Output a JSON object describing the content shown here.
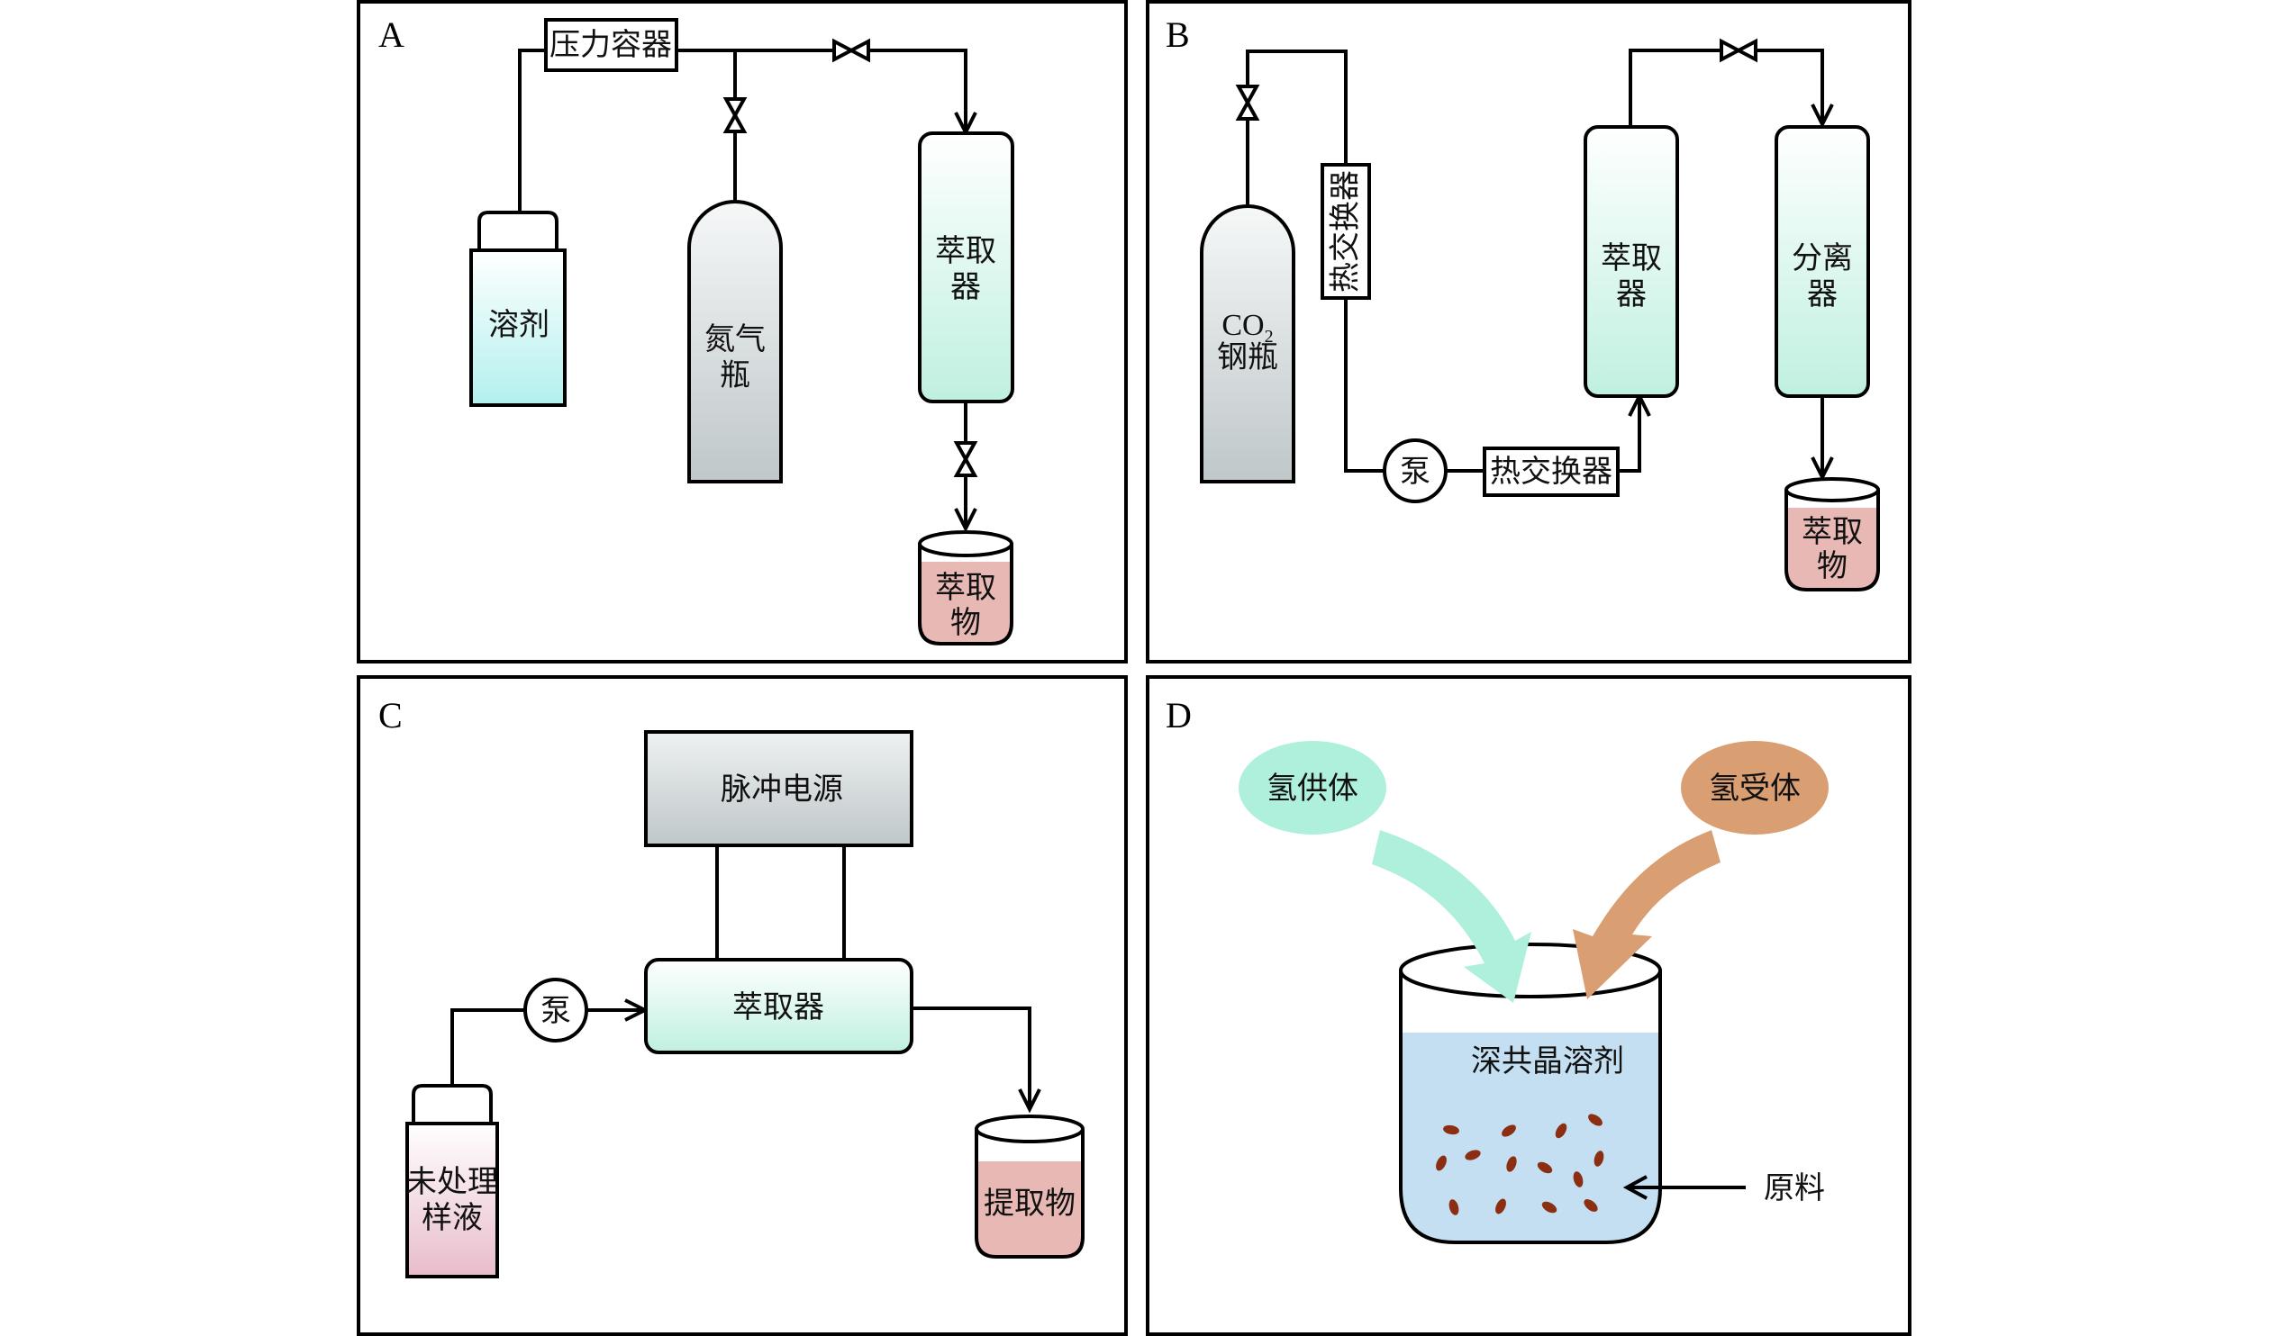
{
  "figure": {
    "panels": [
      {
        "letter": "A",
        "title": "pressurized-solvent-extraction",
        "components": {
          "pressure_vessel": "压力容器",
          "solvent": "溶剂",
          "nitrogen_cylinder": [
            "氮气",
            "瓶"
          ],
          "extractor": [
            "萃取",
            "器"
          ],
          "extract": [
            "萃取",
            "物"
          ]
        }
      },
      {
        "letter": "B",
        "title": "supercritical-co2-extraction",
        "components": {
          "co2_cylinder": [
            "CO",
            "2",
            "钢瓶"
          ],
          "heat_exchanger_vertical": "热交换器",
          "pump": "泵",
          "heat_exchanger_horizontal": "热交换器",
          "extractor": [
            "萃取",
            "器"
          ],
          "separator": [
            "分离",
            "器"
          ],
          "extract": [
            "萃取",
            "物"
          ]
        }
      },
      {
        "letter": "C",
        "title": "pulsed-electric-field-extraction",
        "components": {
          "pulse_power": "脉冲电源",
          "pump": "泵",
          "extractor": "萃取器",
          "untreated_sample": [
            "未处理",
            "样液"
          ],
          "extract": "提取物"
        }
      },
      {
        "letter": "D",
        "title": "deep-eutectic-solvent-extraction",
        "components": {
          "hbd": "氢供体",
          "hba": "氢受体",
          "des": "深共晶溶剂",
          "raw_material": "原料"
        }
      }
    ],
    "colors": {
      "solvent_fill": "#b2f0ee",
      "cylinder_fill": "#bfc7c9",
      "extractor_fill": "#bff0e0",
      "extract_fill": "#e8b8b4",
      "sample_fill": "#e8bccb",
      "hbd_fill": "#aef0dc",
      "hba_fill": "#d99e72",
      "des_fill": "#c4dff2",
      "particle_fill": "#8b2e12"
    }
  }
}
